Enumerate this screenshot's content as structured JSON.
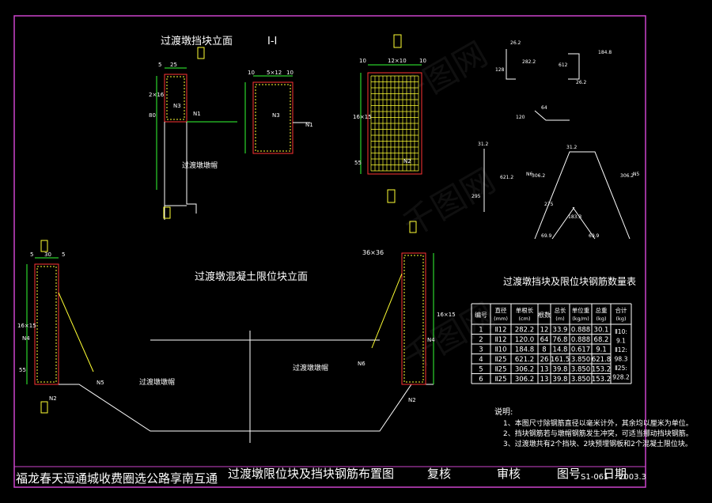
{
  "titles": {
    "block_elevation": "过渡墩挡块立面",
    "section_label": "Ⅰ-Ⅰ",
    "limit_block_elevation": "过渡墩混凝土限位块立面",
    "table_title": "过渡墩挡块及限位块钢筋数量表",
    "cap_label": "过渡墩墩帽"
  },
  "dims": {
    "d5": "5",
    "d25": "25",
    "d30": "30",
    "d10": "10",
    "d5x12": "5×12",
    "d12x10": "12×10",
    "d80": "80",
    "d55": "55",
    "d2x16": "2×16",
    "d36x36": "36×36",
    "d16x15": "16×15",
    "n1": "N1",
    "n2": "N2",
    "n3": "N3",
    "n4": "N4",
    "n5": "N5",
    "n6": "N6",
    "sec": "Ⅰ",
    "r262": "26.2",
    "r128": "128",
    "r2822": "282.2",
    "r612": "612",
    "r1849": "184.8",
    "r1200": "120.0",
    "r64": "64",
    "r120": "120",
    "r312": "31.2",
    "r295": "295",
    "r6212": "621.2",
    "r3062": "306.2",
    "r275": "275",
    "r1833": "183.3",
    "r699": "69.9"
  },
  "table": {
    "headers": [
      "编号",
      "直径\n(mm)",
      "单根长\n(cm)",
      "根数",
      "总长\n(m)",
      "单位重\n(kg/m)",
      "总重\n(kg)",
      "合计\n(kg)"
    ],
    "rows": [
      [
        "1",
        "Ⅱ12",
        "282.2",
        "12",
        "33.9",
        "0.888",
        "30.1"
      ],
      [
        "2",
        "Ⅱ12",
        "120.0",
        "64",
        "76.8",
        "0.888",
        "68.2"
      ],
      [
        "3",
        "Ⅱ10",
        "184.8",
        "8",
        "14.8",
        "0.617",
        "9.1"
      ],
      [
        "4",
        "Ⅱ25",
        "621.2",
        "26",
        "161.5",
        "3.850",
        "621.8"
      ],
      [
        "5",
        "Ⅱ25",
        "306.2",
        "13",
        "39.8",
        "3.850",
        "153.2"
      ],
      [
        "6",
        "Ⅱ25",
        "306.2",
        "13",
        "39.8",
        "3.850",
        "153.2"
      ]
    ],
    "totals": [
      "Ⅱ10:",
      "9.1",
      "Ⅱ12:",
      "98.3",
      "Ⅱ25:",
      "928.2"
    ]
  },
  "notes": {
    "heading": "说明:",
    "items": [
      "1、本图尺寸除钢筋直径以毫米计外，其余均以厘米为单位。",
      "2、挡块钢筋若与墩帽钢筋发生冲突，可适当挪动挡块钢筋。",
      "3、过渡墩共有2个挡块、2块预埋钢板和2个混凝土限位块。"
    ]
  },
  "title_block": {
    "project": "福龙春天逗通城收费圈选公路享南互通",
    "drawing_title": "过渡墩限位块及挡块钢筋布置图",
    "review": "复核",
    "audit": "审核",
    "number_label": "图号",
    "number_value": "S1-061",
    "date_label": "日期",
    "date_value": "2003.3"
  },
  "watermark": "千图网",
  "colors": {
    "frame": "#cc44cc",
    "line": "#ffffff",
    "dim": "#33ff33",
    "rebar": "#ffff33",
    "accent": "#ff3333"
  }
}
